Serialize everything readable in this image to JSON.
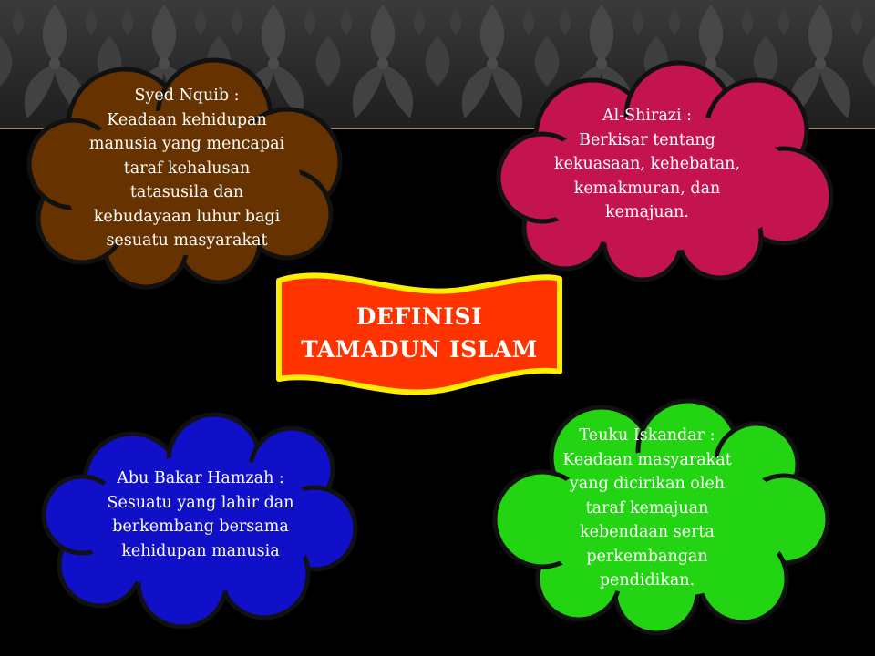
{
  "title": {
    "line1": "DEFINISI",
    "line2": "TAMADUN ISLAM"
  },
  "colors": {
    "background": "#000000",
    "banner": "#2e2e2e",
    "flag_fill": "#ff3300",
    "flag_border": "#ffee00",
    "cloud_brown": "#663300",
    "cloud_magenta": "#c41450",
    "cloud_blue": "#1010c8",
    "cloud_green": "#22d412"
  },
  "clouds": [
    {
      "id": "syed-nquib",
      "lines": [
        "Syed Nquib :",
        "Keadaan kehidupan",
        "manusia yang mencapai",
        "taraf  kehalusan",
        "tatasusila dan",
        "kebudayaan luhur bagi",
        "sesuatu masyarakat"
      ]
    },
    {
      "id": "al-shirazi",
      "lines": [
        "Al-Shirazi :",
        "Berkisar tentang",
        "kekuasaan, kehebatan,",
        "kemakmuran, dan",
        "kemajuan."
      ]
    },
    {
      "id": "abu-bakar-hamzah",
      "lines": [
        "Abu Bakar Hamzah :",
        "Sesuatu yang lahir dan",
        "berkembang bersama",
        "kehidupan manusia"
      ]
    },
    {
      "id": "teuku-iskandar",
      "lines": [
        "Teuku Iskandar :",
        "Keadaan masyarakat",
        "yang dicirikan oleh",
        "taraf  kemajuan",
        "kebendaan serta",
        "perkembangan",
        "pendidikan."
      ]
    }
  ]
}
